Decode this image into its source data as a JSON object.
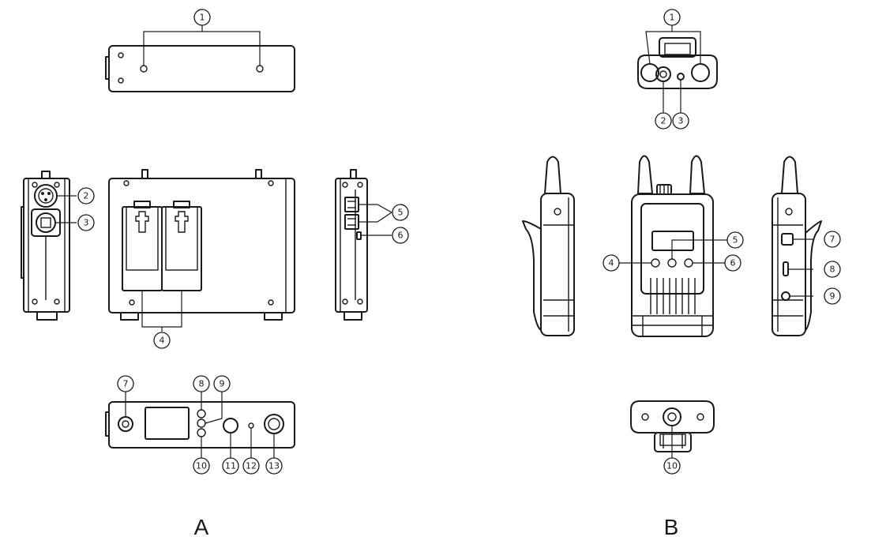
{
  "panels": {
    "a": {
      "label": "A"
    },
    "b": {
      "label": "B"
    }
  },
  "callouts_a": {
    "c1": "1",
    "c2": "2",
    "c3": "3",
    "c4": "4",
    "c5": "5",
    "c6": "6",
    "c7": "7",
    "c8": "8",
    "c9": "9",
    "c10": "10",
    "c11": "11",
    "c12": "12",
    "c13": "13"
  },
  "callouts_b": {
    "c1": "1",
    "c2": "2",
    "c3": "3",
    "c4": "4",
    "c5": "5",
    "c6": "6",
    "c7": "7",
    "c8": "8",
    "c9": "9",
    "c10": "10"
  }
}
